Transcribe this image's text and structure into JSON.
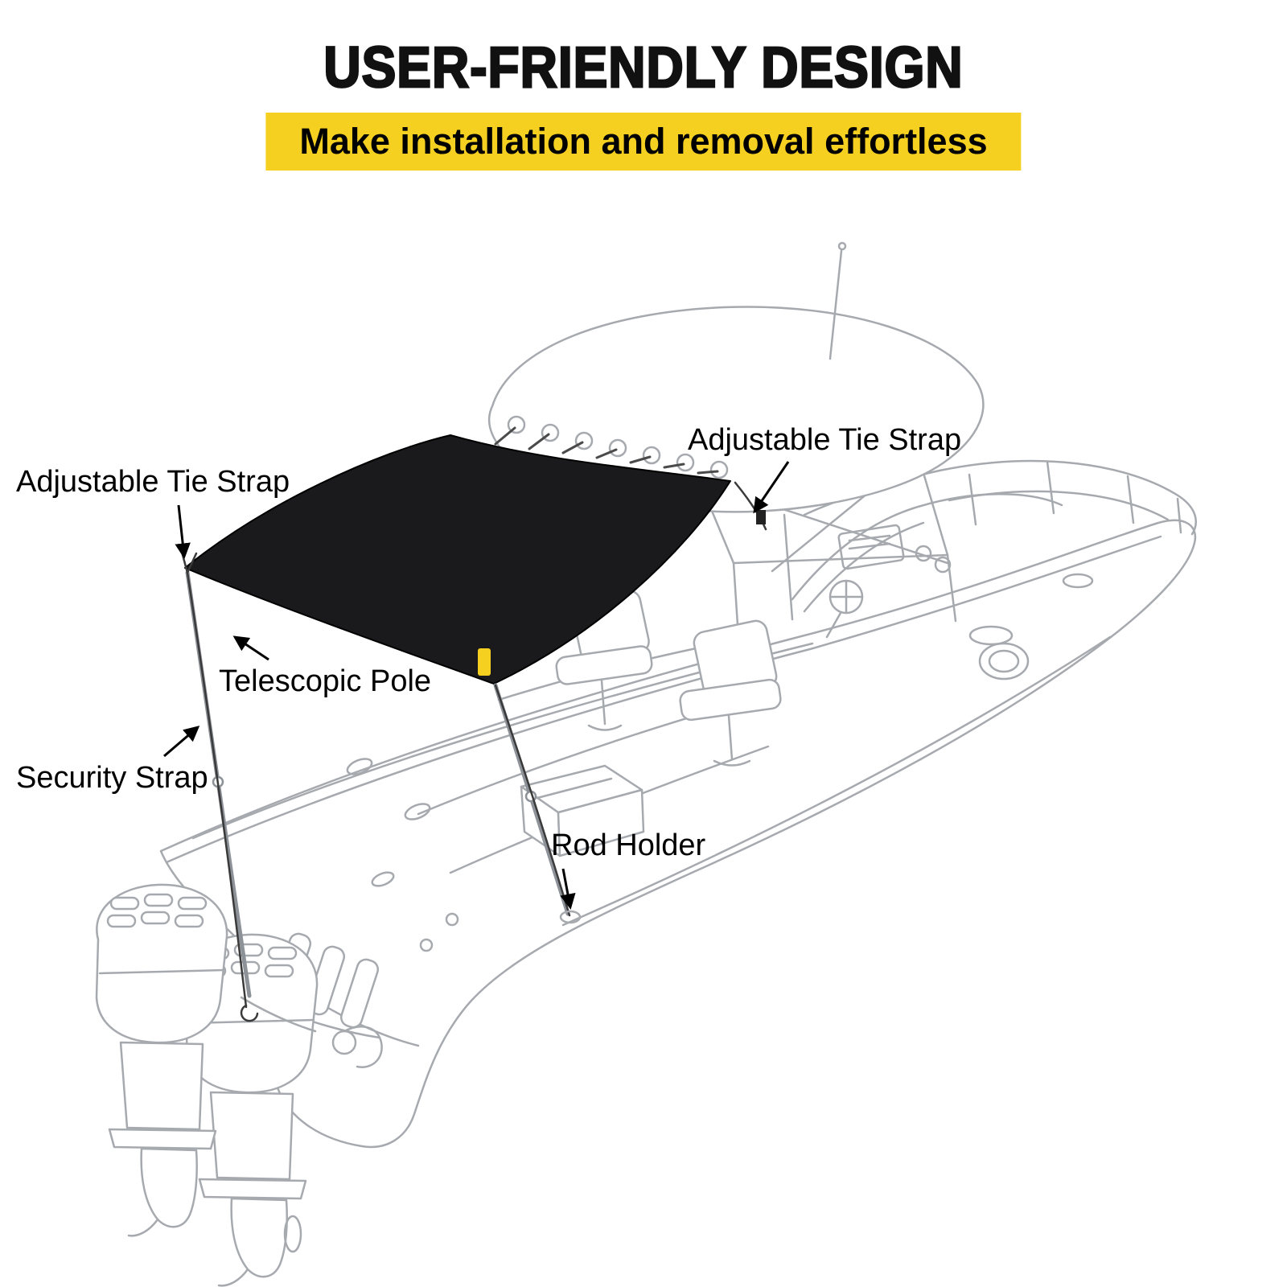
{
  "header": {
    "title": "USER-FRIENDLY DESIGN",
    "banner": "Make installation and removal effortless"
  },
  "colors": {
    "banner_bg": "#F5D020",
    "canopy_fill": "#1A1A1C",
    "line": "#A6AAAF"
  },
  "annotations": {
    "tie_strap_left": "Adjustable Tie Strap",
    "tie_strap_top": "Adjustable Tie Strap",
    "telescopic_pole": "Telescopic Pole",
    "security_strap": "Security Strap",
    "rod_holder": "Rod Holder"
  }
}
